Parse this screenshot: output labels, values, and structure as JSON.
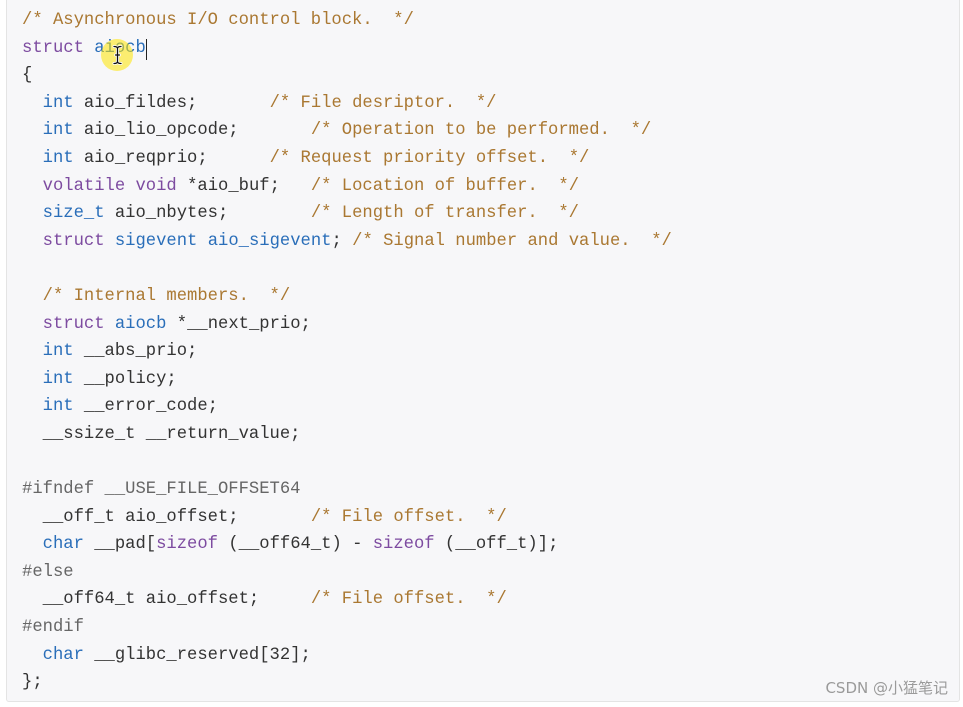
{
  "code": {
    "lines": [
      {
        "tokens": [
          {
            "k": "comment",
            "t": "/* Asynchronous I/O control block.  */"
          }
        ]
      },
      {
        "tokens": [
          {
            "k": "keyword",
            "t": "struct"
          },
          {
            "k": "plain",
            "t": " "
          },
          {
            "k": "title",
            "t": "aiocb"
          }
        ]
      },
      {
        "tokens": [
          {
            "k": "plain",
            "t": "{"
          }
        ]
      },
      {
        "tokens": [
          {
            "k": "plain",
            "t": "  "
          },
          {
            "k": "type",
            "t": "int"
          },
          {
            "k": "plain",
            "t": " aio_fildes;       "
          },
          {
            "k": "comment",
            "t": "/* File desriptor.  */"
          }
        ]
      },
      {
        "tokens": [
          {
            "k": "plain",
            "t": "  "
          },
          {
            "k": "type",
            "t": "int"
          },
          {
            "k": "plain",
            "t": " aio_lio_opcode;       "
          },
          {
            "k": "comment",
            "t": "/* Operation to be performed.  */"
          }
        ]
      },
      {
        "tokens": [
          {
            "k": "plain",
            "t": "  "
          },
          {
            "k": "type",
            "t": "int"
          },
          {
            "k": "plain",
            "t": " aio_reqprio;      "
          },
          {
            "k": "comment",
            "t": "/* Request priority offset.  */"
          }
        ]
      },
      {
        "tokens": [
          {
            "k": "plain",
            "t": "  "
          },
          {
            "k": "keyword",
            "t": "volatile"
          },
          {
            "k": "plain",
            "t": " "
          },
          {
            "k": "keyword",
            "t": "void"
          },
          {
            "k": "plain",
            "t": " *aio_buf;   "
          },
          {
            "k": "comment",
            "t": "/* Location of buffer.  */"
          }
        ]
      },
      {
        "tokens": [
          {
            "k": "plain",
            "t": "  "
          },
          {
            "k": "type",
            "t": "size_t"
          },
          {
            "k": "plain",
            "t": " aio_nbytes;        "
          },
          {
            "k": "comment",
            "t": "/* Length of transfer.  */"
          }
        ]
      },
      {
        "tokens": [
          {
            "k": "plain",
            "t": "  "
          },
          {
            "k": "keyword",
            "t": "struct"
          },
          {
            "k": "plain",
            "t": " "
          },
          {
            "k": "title",
            "t": "sigevent"
          },
          {
            "k": "plain",
            "t": " "
          },
          {
            "k": "title",
            "t": "aio_sigevent"
          },
          {
            "k": "plain",
            "t": "; "
          },
          {
            "k": "comment",
            "t": "/* Signal number and value.  */"
          }
        ]
      },
      {
        "tokens": []
      },
      {
        "tokens": [
          {
            "k": "plain",
            "t": "  "
          },
          {
            "k": "comment",
            "t": "/* Internal members.  */"
          }
        ]
      },
      {
        "tokens": [
          {
            "k": "plain",
            "t": "  "
          },
          {
            "k": "keyword",
            "t": "struct"
          },
          {
            "k": "plain",
            "t": " "
          },
          {
            "k": "title",
            "t": "aiocb"
          },
          {
            "k": "plain",
            "t": " *__next_prio;"
          }
        ]
      },
      {
        "tokens": [
          {
            "k": "plain",
            "t": "  "
          },
          {
            "k": "type",
            "t": "int"
          },
          {
            "k": "plain",
            "t": " __abs_prio;"
          }
        ]
      },
      {
        "tokens": [
          {
            "k": "plain",
            "t": "  "
          },
          {
            "k": "type",
            "t": "int"
          },
          {
            "k": "plain",
            "t": " __policy;"
          }
        ]
      },
      {
        "tokens": [
          {
            "k": "plain",
            "t": "  "
          },
          {
            "k": "type",
            "t": "int"
          },
          {
            "k": "plain",
            "t": " __error_code;"
          }
        ]
      },
      {
        "tokens": [
          {
            "k": "plain",
            "t": "  __ssize_t __return_value;"
          }
        ]
      },
      {
        "tokens": []
      },
      {
        "tokens": [
          {
            "k": "meta",
            "t": "#ifndef __USE_FILE_OFFSET64"
          }
        ]
      },
      {
        "tokens": [
          {
            "k": "plain",
            "t": "  __off_t aio_offset;       "
          },
          {
            "k": "comment",
            "t": "/* File offset.  */"
          }
        ]
      },
      {
        "tokens": [
          {
            "k": "plain",
            "t": "  "
          },
          {
            "k": "type",
            "t": "char"
          },
          {
            "k": "plain",
            "t": " __pad["
          },
          {
            "k": "keyword",
            "t": "sizeof"
          },
          {
            "k": "plain",
            "t": " (__off64_t) - "
          },
          {
            "k": "keyword",
            "t": "sizeof"
          },
          {
            "k": "plain",
            "t": " (__off_t)];"
          }
        ]
      },
      {
        "tokens": [
          {
            "k": "meta",
            "t": "#else"
          }
        ]
      },
      {
        "tokens": [
          {
            "k": "plain",
            "t": "  __off64_t aio_offset;     "
          },
          {
            "k": "comment",
            "t": "/* File offset.  */"
          }
        ]
      },
      {
        "tokens": [
          {
            "k": "meta",
            "t": "#endif"
          }
        ]
      },
      {
        "tokens": [
          {
            "k": "plain",
            "t": "  "
          },
          {
            "k": "type",
            "t": "char"
          },
          {
            "k": "plain",
            "t": " __glibc_reserved[32];"
          }
        ]
      },
      {
        "tokens": [
          {
            "k": "plain",
            "t": "};"
          }
        ]
      }
    ]
  },
  "syntax_colors": {
    "plain": "#333333",
    "comment": "#aa7832",
    "keyword": "#7d4ba0",
    "type": "#2a6eb9",
    "title": "#2a6eb9",
    "meta": "#666666"
  },
  "code_background": "#f7f7f9",
  "cursor": {
    "icon": "i-beam-icon",
    "highlight_color": "#ffe600"
  },
  "watermark": {
    "text": "CSDN @小猛笔记"
  }
}
